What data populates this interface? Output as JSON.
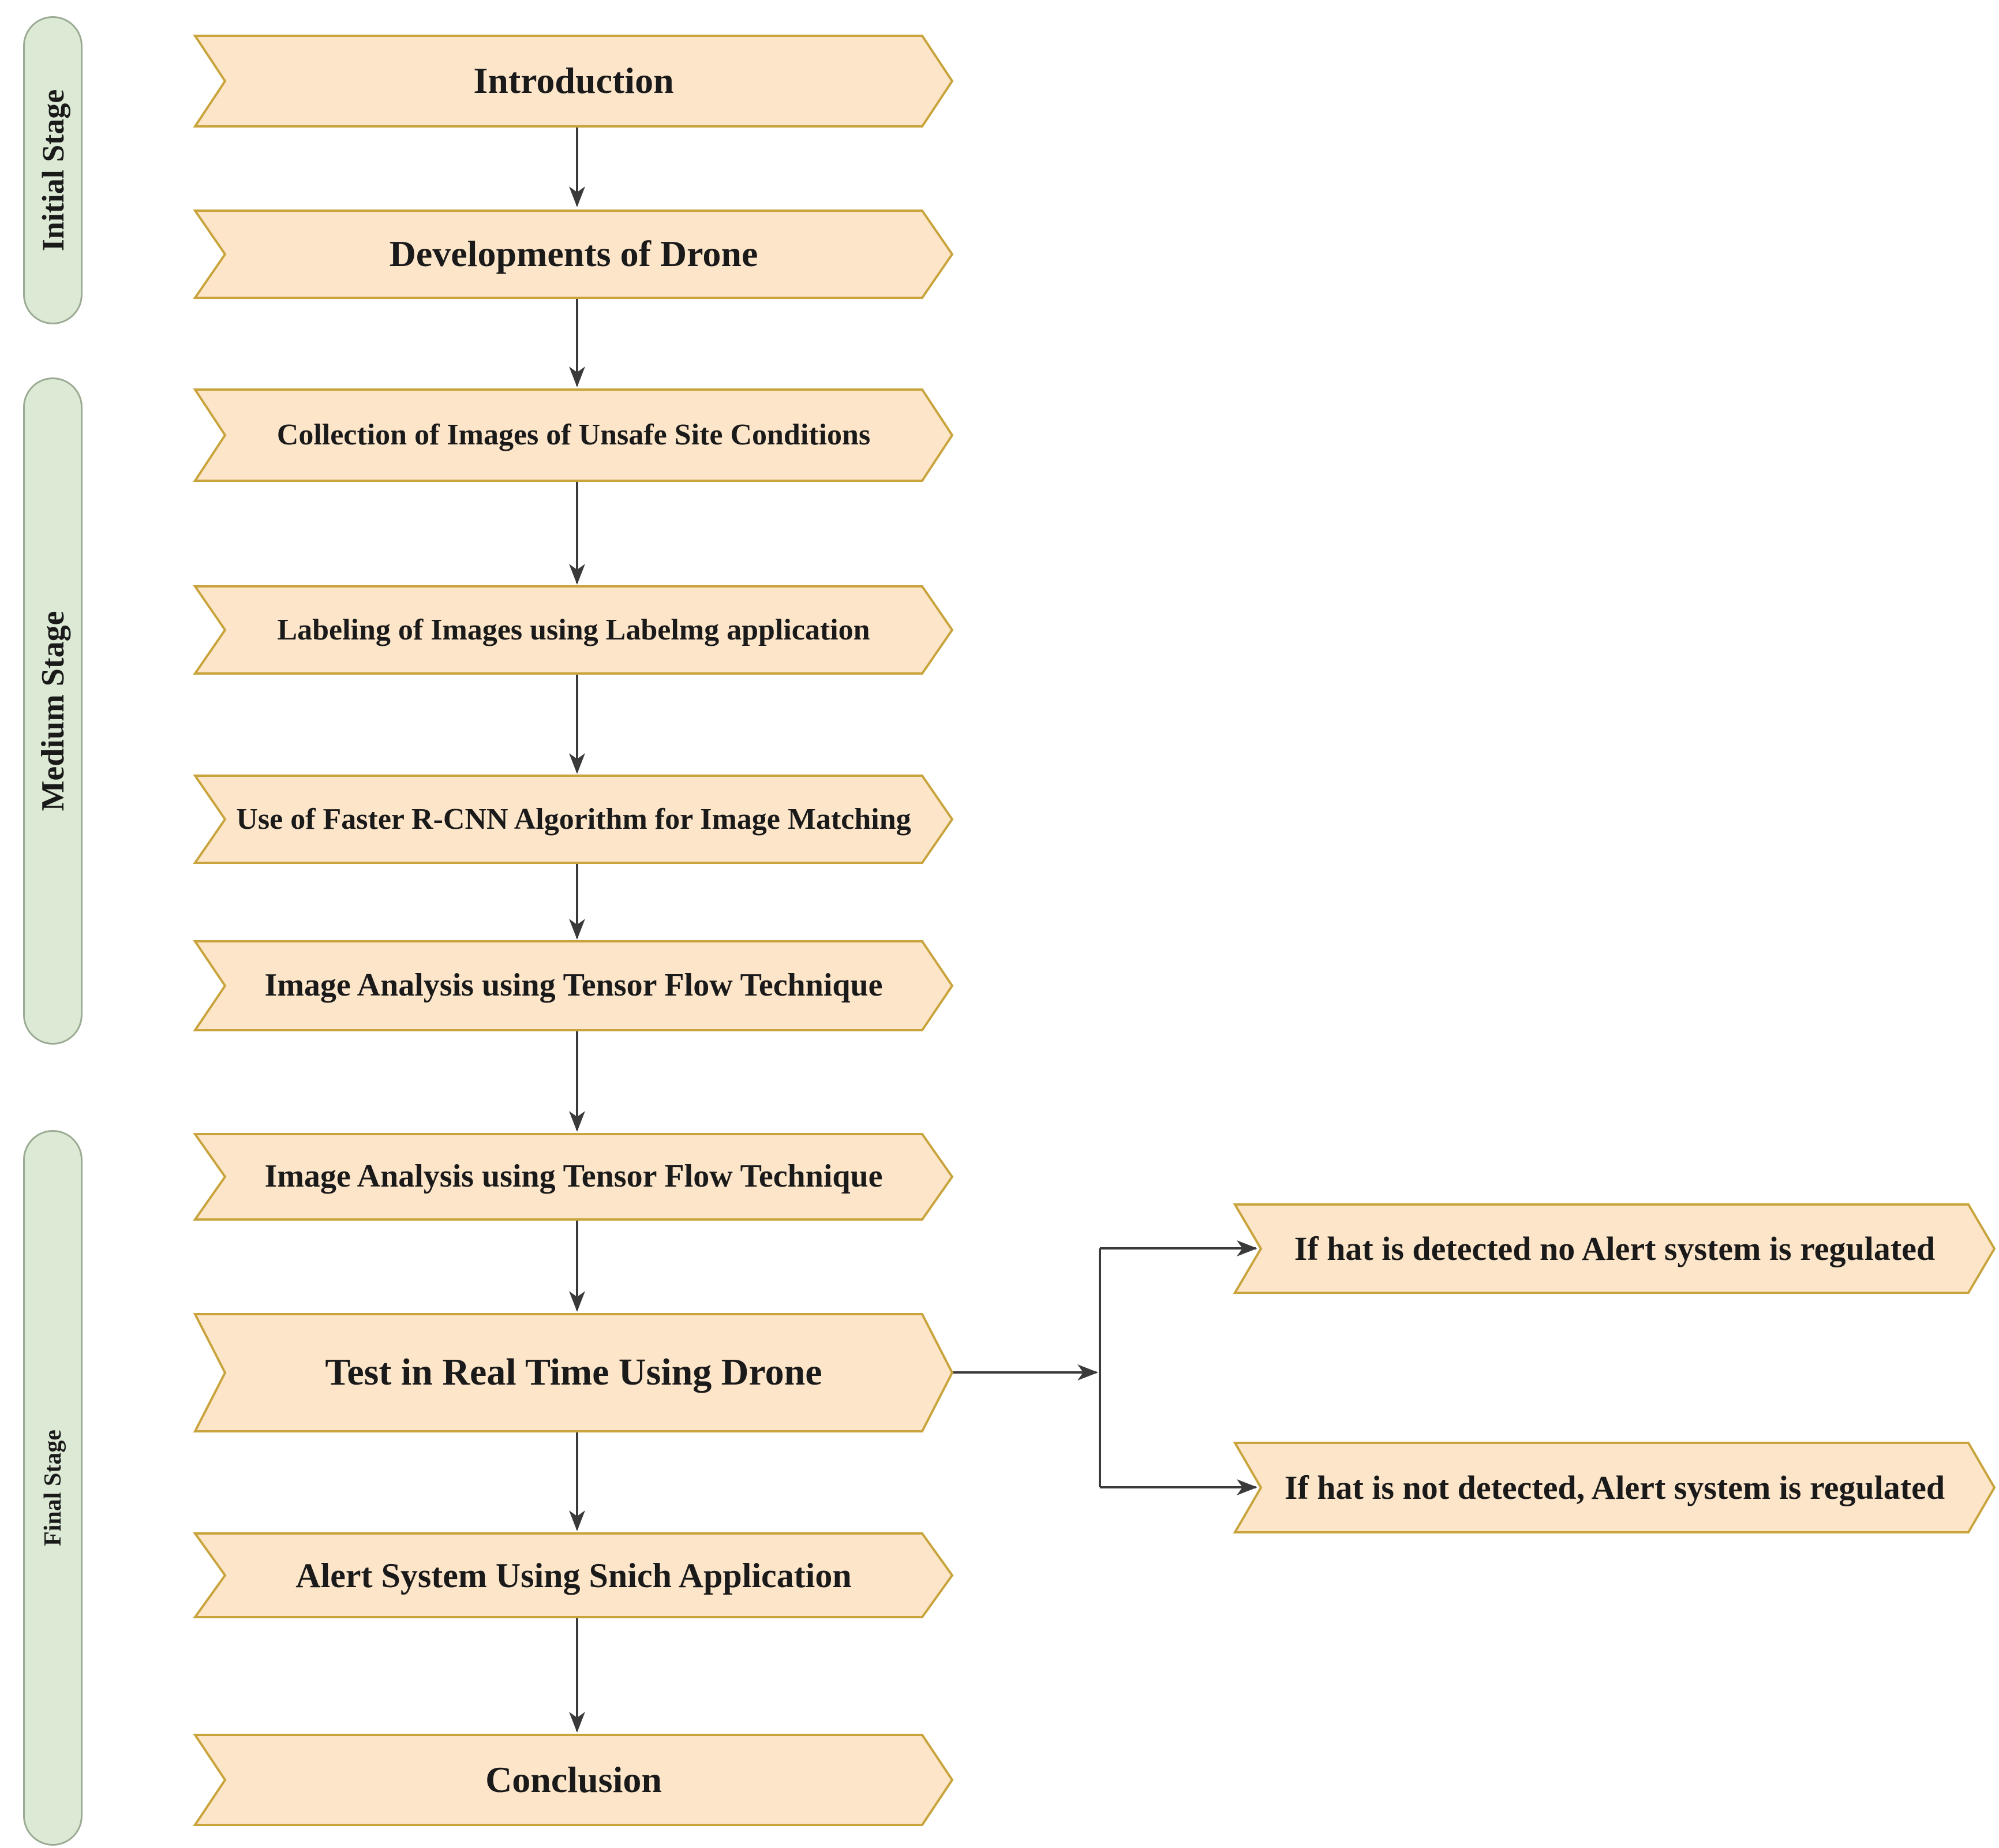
{
  "diagram": {
    "title": "Drone safety detection methodology flowchart",
    "stages": [
      {
        "label": "Initial Stage"
      },
      {
        "label": "Medium Stage"
      },
      {
        "label": "Final Stage"
      }
    ],
    "nodes": [
      {
        "label": "Introduction"
      },
      {
        "label": "Developments of Drone"
      },
      {
        "label": "Collection of Images of Unsafe Site Conditions"
      },
      {
        "label": "Labeling of Images using Labelmg application"
      },
      {
        "label": "Use of Faster R-CNN Algorithm for Image Matching"
      },
      {
        "label": "Image Analysis using Tensor Flow Technique"
      },
      {
        "label": "Image Analysis using Tensor Flow Technique"
      },
      {
        "label": "Test in Real Time Using Drone"
      },
      {
        "label": "Alert System Using Snich Application"
      },
      {
        "label": "Conclusion"
      }
    ],
    "branches": [
      {
        "label": "If hat is detected no Alert system is regulated"
      },
      {
        "label": "If hat is not detected, Alert system is regulated"
      }
    ],
    "colors": {
      "node_fill": "#fce5c9",
      "node_stroke": "#c9a43c",
      "stage_fill": "#dce9d4",
      "stage_stroke": "#9baa93",
      "connector": "#3a3a3a"
    }
  }
}
